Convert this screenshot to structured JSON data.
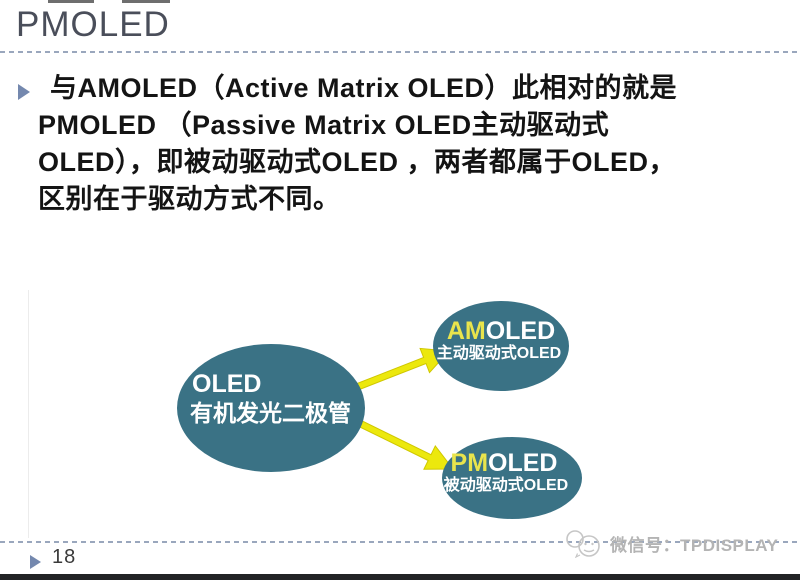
{
  "slide": {
    "title": "PMOLED",
    "body_lines": [
      "与AMOLED（Active Matrix OLED）此相对的就是",
      "PMOLED （Passive Matrix OLED主动驱动式",
      "OLED），即被动驱动式OLED ，两者都属于OLED，",
      "区别在于驱动方式不同。"
    ],
    "page_number": "18"
  },
  "diagram": {
    "root": {
      "name": "OLED",
      "subtitle": "有机发光二极管"
    },
    "branches": {
      "top": {
        "highlight": "AM",
        "rest": "OLED",
        "subtitle": "主动驱动式OLED"
      },
      "bottom": {
        "highlight": "PM",
        "rest": "OLED",
        "subtitle": "被动驱动式OLED"
      }
    },
    "colors": {
      "node_fill": "#3a7285",
      "node_text": "#ffffff",
      "highlight_text": "#e9e44c",
      "arrow_fill": "#ece80d",
      "arrow_stroke": "#cfc700"
    }
  },
  "footer": {
    "watermark_label": "微信号：TPDISPLAY",
    "watermark_icon": "wechat-icon"
  }
}
